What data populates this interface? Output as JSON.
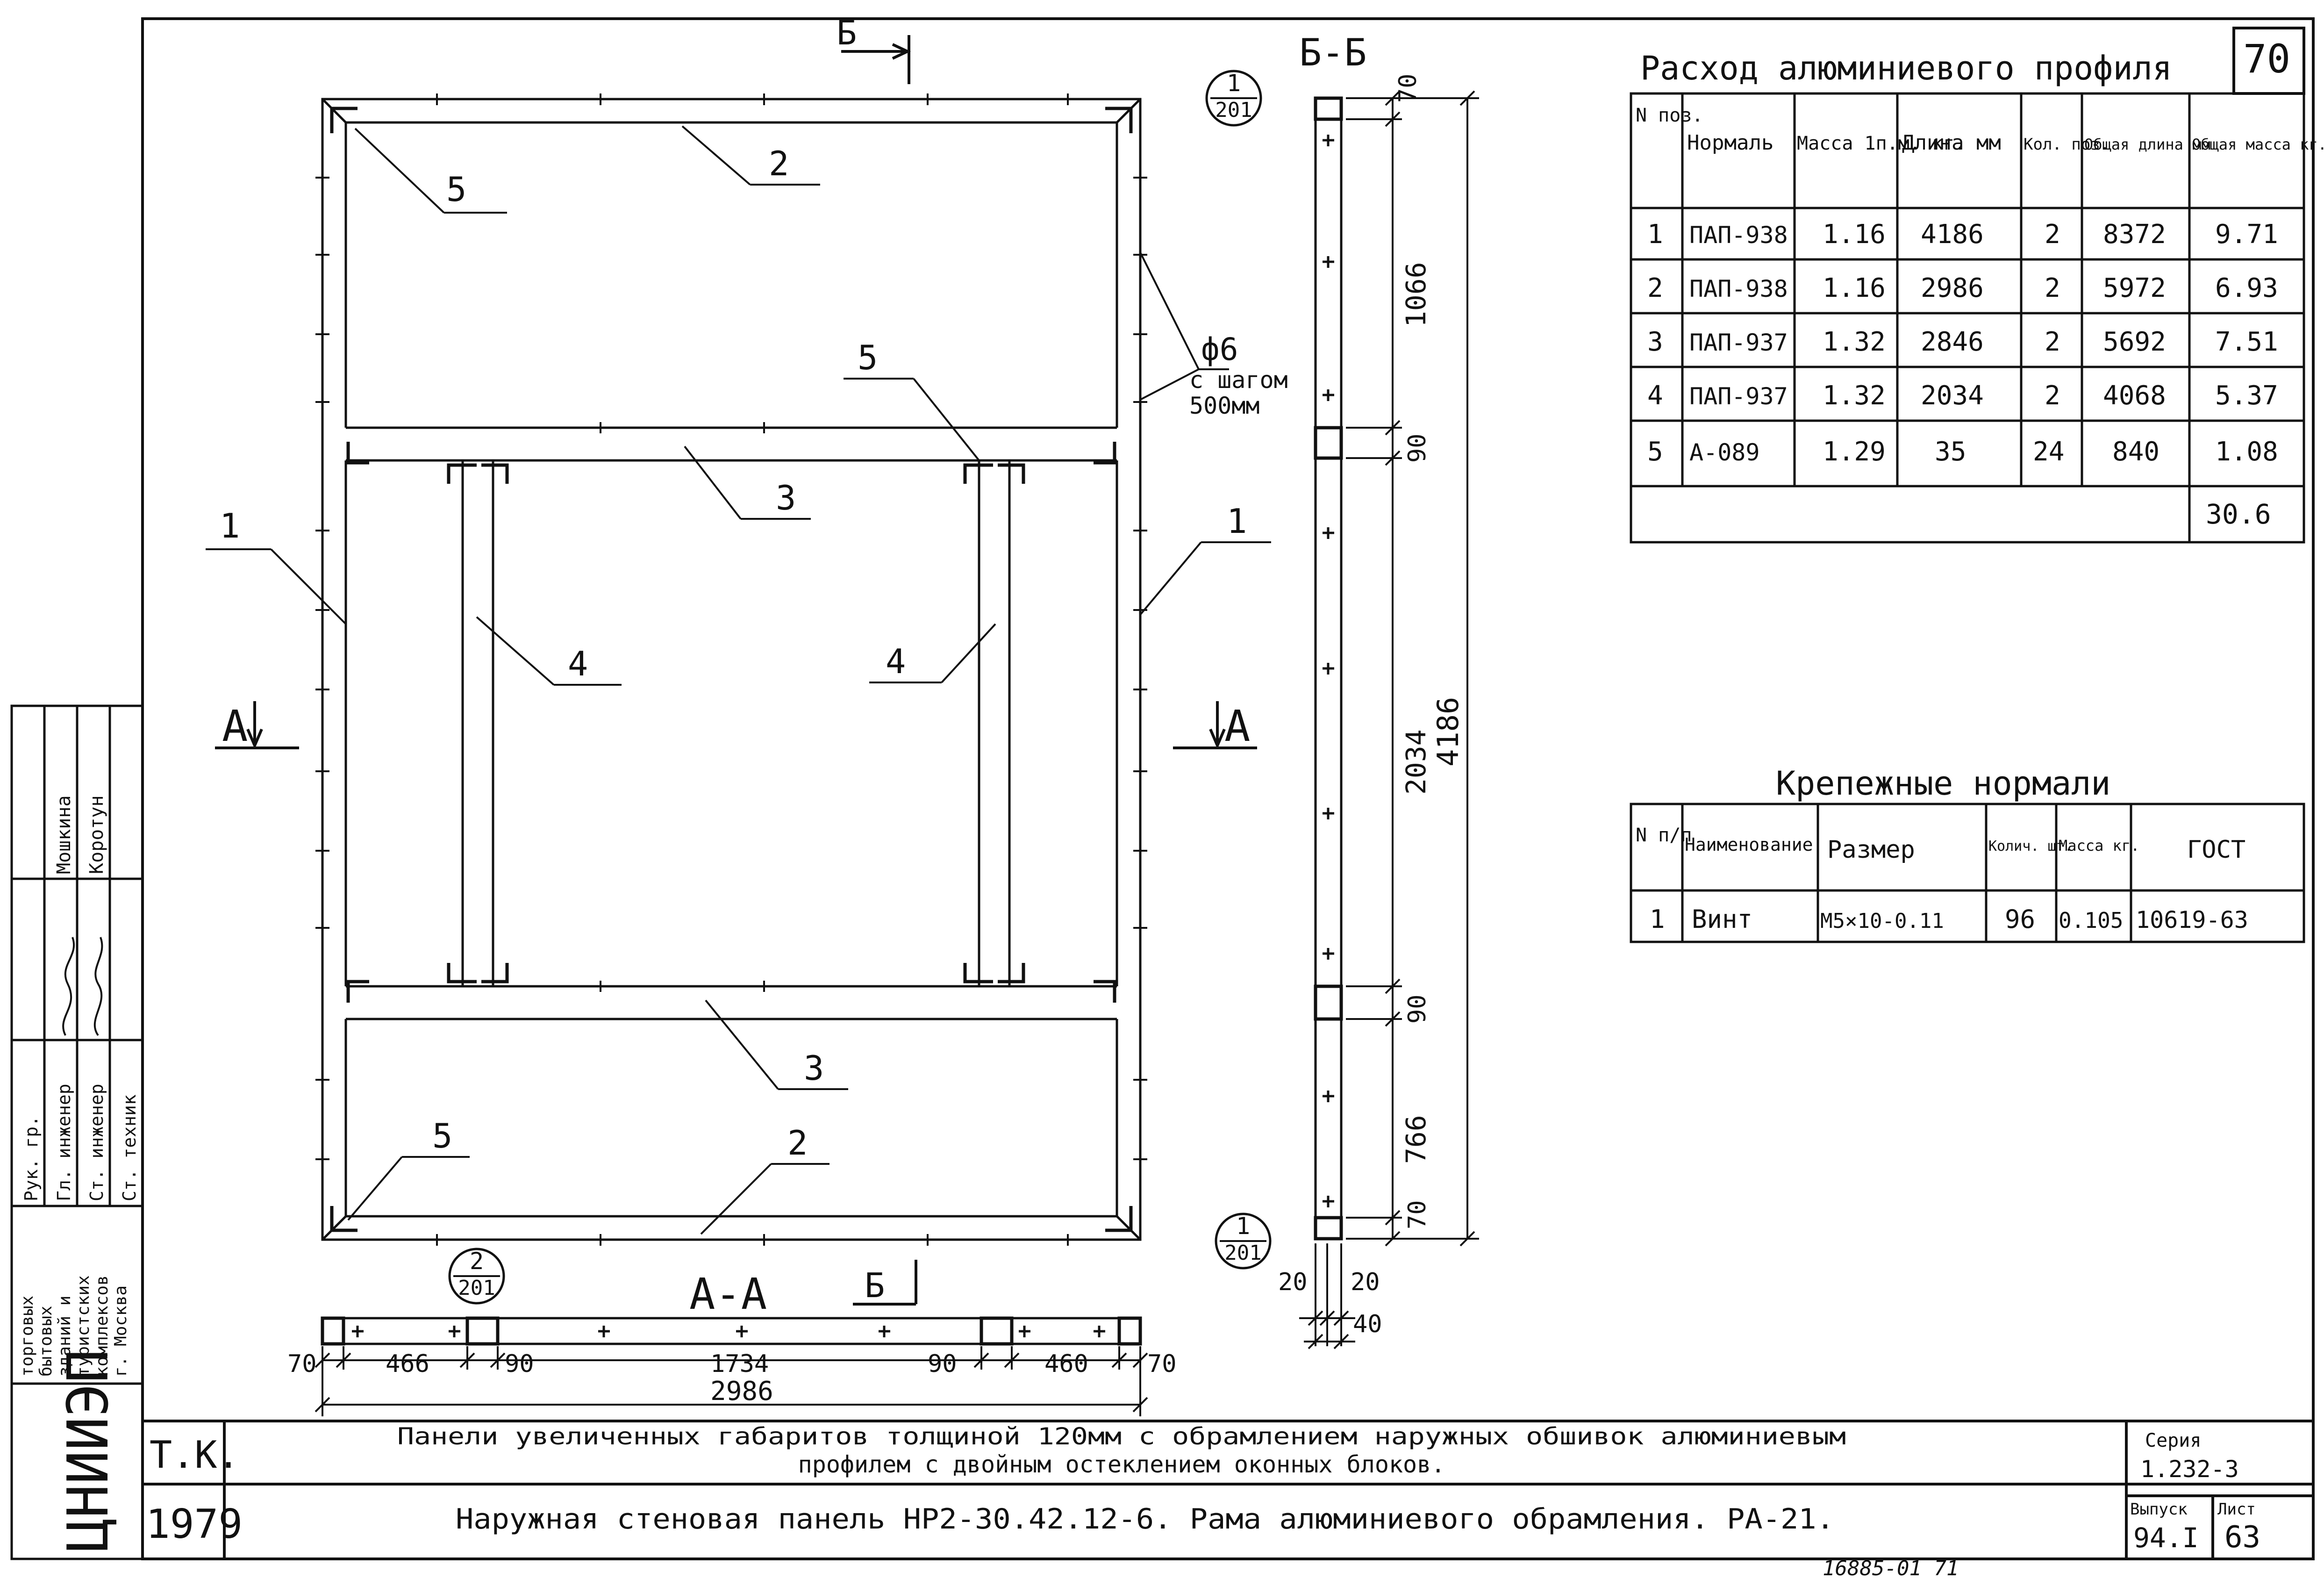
{
  "sheet_no": "70",
  "section_bb": "Б-Б",
  "section_aa": "А-А",
  "cut_a": "А",
  "cut_b": "Б",
  "node_refs": {
    "top": {
      "num": "1",
      "sheet": "201"
    },
    "bottom_right": {
      "num": "1",
      "sheet": "201"
    },
    "bottom_left": {
      "num": "2",
      "sheet": "201"
    }
  },
  "callouts": {
    "p1": "1",
    "p2": "2",
    "p3": "3",
    "p4": "4",
    "p5": "5"
  },
  "bolt_note": {
    "dia": "ф6",
    "line1": "с шагом",
    "line2": "500мм"
  },
  "dims_bb": {
    "top70": "70",
    "d1066": "1066",
    "d90a": "90",
    "d2034": "2034",
    "d4186": "4186",
    "d90b": "90",
    "d766": "766",
    "bot70": "70",
    "w20a": "20",
    "w20b": "20",
    "w40": "40"
  },
  "dims_aa": {
    "a70": "70",
    "a466": "466",
    "a90": "90",
    "a1734": "1734",
    "b90": "90",
    "a460": "460",
    "b70": "70",
    "total": "2986"
  },
  "aluminium_table": {
    "title": "Расход алюминиевого профиля",
    "headers": [
      "N поз.",
      "Нормаль",
      "Масса 1п.м. кг.",
      "Длина мм",
      "Кол. поз.",
      "Общая длина мм",
      "Общая масса кг."
    ],
    "rows": [
      [
        "1",
        "ПАП-938",
        "1.16",
        "4186",
        "2",
        "8372",
        "9.71"
      ],
      [
        "2",
        "ПАП-938",
        "1.16",
        "2986",
        "2",
        "5972",
        "6.93"
      ],
      [
        "3",
        "ПАП-937",
        "1.32",
        "2846",
        "2",
        "5692",
        "7.51"
      ],
      [
        "4",
        "ПАП-937",
        "1.32",
        "2034",
        "2",
        "4068",
        "5.37"
      ],
      [
        "5",
        "А-089",
        "1.29",
        "35",
        "24",
        "840",
        "1.08"
      ]
    ],
    "total": "30.6"
  },
  "fastener_table": {
    "title": "Крепежные нормали",
    "headers": [
      "N п/п",
      "Наименование",
      "Размер",
      "Колич. шт.",
      "Масса кг.",
      "ГОСТ"
    ],
    "rows": [
      [
        "1",
        "Винт",
        "М5×10-0.11",
        "96",
        "0.105",
        "10619-63"
      ]
    ]
  },
  "side_stamp": {
    "org": "ЦНИИЭП",
    "org_desc": [
      "торговых",
      "бытовых",
      "зданий и",
      "туристских",
      "комплексов",
      "г. Москва"
    ],
    "roles": [
      "Рук. гр.",
      "Гл. инженер",
      "Ст. инженер",
      "Ст. техник"
    ],
    "names": [
      "",
      "Мошкина",
      "Коротун",
      ""
    ]
  },
  "title_block": {
    "tk": "Т.К.",
    "year": "1979",
    "line1": "Панели увеличенных габаритов толщиной 120мм с обрамлением наружных обшивок алюминиевым",
    "line2": "профилем с двойным остеклением оконных блоков.",
    "line3": "Наружная стеновая панель НР2-30.42.12-6. Рама алюминиевого обрамления. РА-21.",
    "series_label": "Серия",
    "series": "1.232-3",
    "issue_label": "Выпуск",
    "issue": "94.I",
    "sheet_label": "Лист",
    "sheet": "63",
    "archive": "16885-01    71"
  }
}
